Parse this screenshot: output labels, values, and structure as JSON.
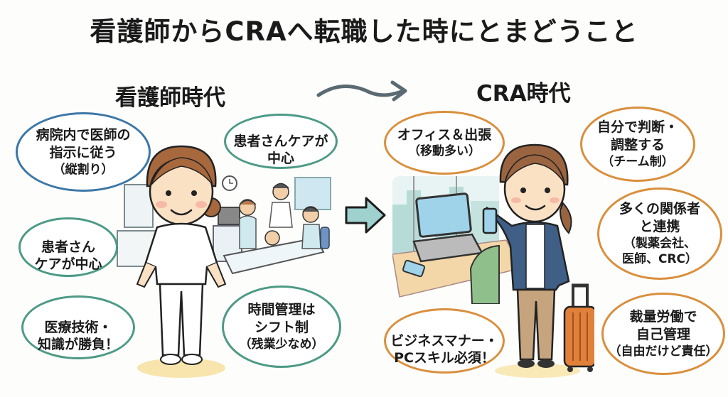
{
  "title": "看護師からCRAへ転職した時にとまどうこと",
  "colors": {
    "title_highlight": "#f7dc82",
    "nurse_highlight": "#a9d7e8",
    "cra_highlight": "#f2b779",
    "bubble_blue": "#3d77a6",
    "bubble_teal": "#4d9a86",
    "bubble_orange": "#d98f3d",
    "arrow": "#5a6a72",
    "block_arrow_fill": "#9fd1cf"
  },
  "nurse": {
    "heading": "看護師時代",
    "bubbles": [
      {
        "lines": "病院内で医師の\n指示に従う",
        "sub": "（縦割り）"
      },
      {
        "lines": "患者さんケアが\n中心",
        "sub": ""
      },
      {
        "lines": "患者さん\nケアが中心",
        "sub": ""
      },
      {
        "lines": "医療技術・\n知識が勝負！",
        "sub": ""
      },
      {
        "lines": "時間管理は\nシフト制",
        "sub": "（残業少なめ）"
      }
    ],
    "illustration": "nurse-in-white-uniform",
    "scene": "hospital-ward-with-patient-bed-doctor-nurses"
  },
  "cra": {
    "heading": "CRA時代",
    "bubbles": [
      {
        "lines": "オフィス＆出張",
        "sub": "（移動多い）"
      },
      {
        "lines": "自分で判断・\n調整する",
        "sub": "（チーム制）"
      },
      {
        "lines": "多くの関係者\nと連携",
        "sub": "（製薬会社、\n医師、CRC）"
      },
      {
        "lines": "ビジネスマナー・\nPCスキル必須！",
        "sub": ""
      },
      {
        "lines": "裁量労働で\n自己管理",
        "sub": "（自由だけど責任）"
      }
    ],
    "illustration": "woman-in-blazer-with-phone-and-suitcase",
    "scene": "office-desk-with-laptop-and-phone"
  },
  "icons": {
    "curved_arrow": "curved-right-arrow-icon",
    "block_arrow": "block-right-arrow-icon"
  }
}
